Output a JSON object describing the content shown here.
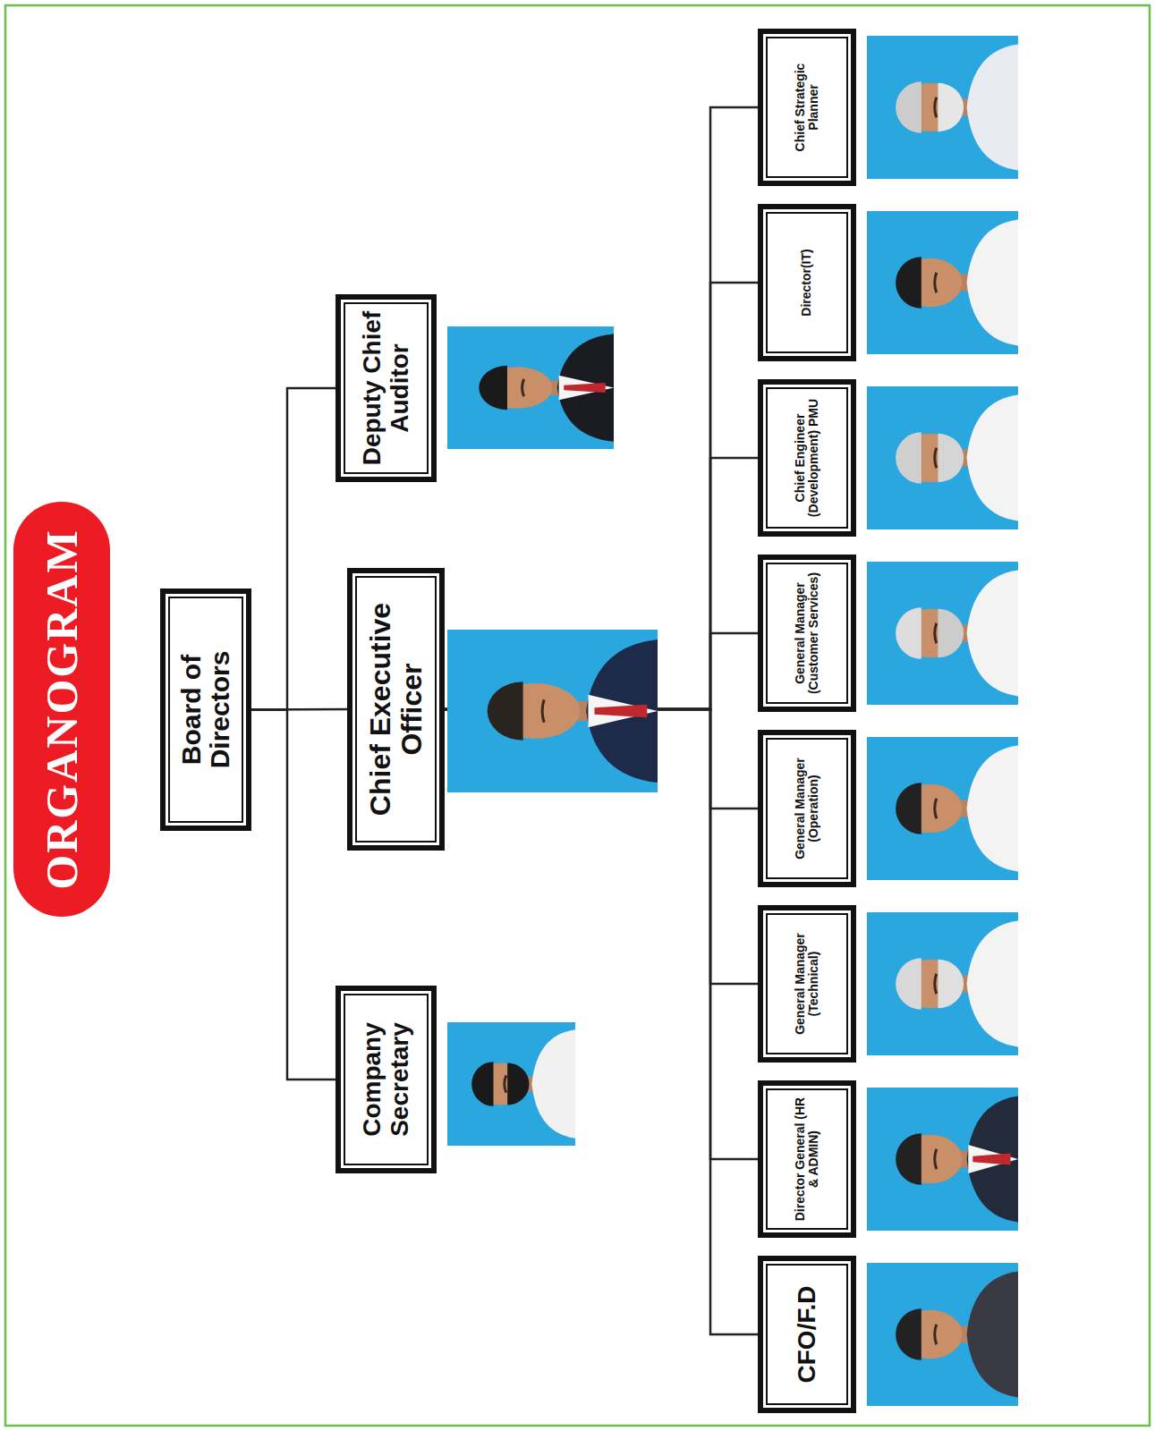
{
  "diagram": {
    "title": "ORGANOGRAM",
    "nodes": [
      {
        "text": [
          "Board of Directors"
        ]
      },
      {
        "text": [
          "Company Secretary"
        ]
      },
      {
        "text": [
          "Chief Executive Officer"
        ]
      },
      {
        "text": [
          "Deputy Chief Auditor"
        ]
      },
      {
        "text": [
          "CFO/F.D"
        ]
      },
      {
        "text": [
          "Director General (HR & ADMIN)"
        ]
      },
      {
        "text": [
          "General Manager (Technical)"
        ]
      },
      {
        "text": [
          "General Manager (Operation)"
        ]
      },
      {
        "text": [
          "General Manager (Customer Services)"
        ]
      },
      {
        "text": [
          "Chief Engineer (Development) PMU"
        ]
      },
      {
        "text": [
          "Director(IT)"
        ]
      },
      {
        "text": [
          "Chief Strategic Planner"
        ]
      }
    ],
    "edges": [
      {
        "from": 0,
        "to": 1,
        "arrow": "none"
      },
      {
        "from": 0,
        "to": 2,
        "arrow": "none"
      },
      {
        "from": 0,
        "to": 3,
        "arrow": "none"
      },
      {
        "from": 2,
        "to": 4,
        "arrow": "none"
      },
      {
        "from": 2,
        "to": 5,
        "arrow": "none"
      },
      {
        "from": 2,
        "to": 6,
        "arrow": "none"
      },
      {
        "from": 2,
        "to": 7,
        "arrow": "none"
      },
      {
        "from": 2,
        "to": 8,
        "arrow": "none"
      },
      {
        "from": 2,
        "to": 9,
        "arrow": "none"
      },
      {
        "from": 2,
        "to": 10,
        "arrow": "none"
      },
      {
        "from": 2,
        "to": 11,
        "arrow": "none"
      }
    ]
  }
}
